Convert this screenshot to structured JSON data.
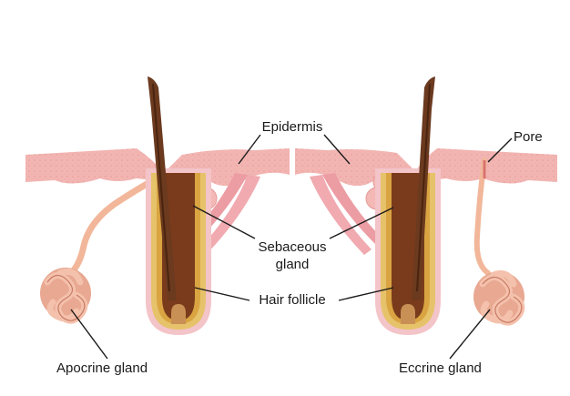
{
  "labels": {
    "epidermis": "Epidermis",
    "pore": "Pore",
    "sebaceous_line1": "Sebaceous",
    "sebaceous_line2": "gland",
    "hair_follicle": "Hair follicle",
    "apocrine_gland": "Apocrine gland",
    "eccrine_gland": "Eccrine gland"
  },
  "colors": {
    "skin": "#f2b5b2",
    "skin_texture": "#e89a98",
    "hair_outer": "#6b3a1f",
    "hair_inner": "#4a240f",
    "follicle_sheath": "#d9a441",
    "follicle_wall": "#e6c26a",
    "follicle_core": "#7a3b1c",
    "papilla": "#c99055",
    "gland": "#e3a089",
    "gland_dark": "#b86a55",
    "duct": "#f2b79a",
    "muscle": "#ec9da3",
    "text": "#1a1a1a"
  }
}
